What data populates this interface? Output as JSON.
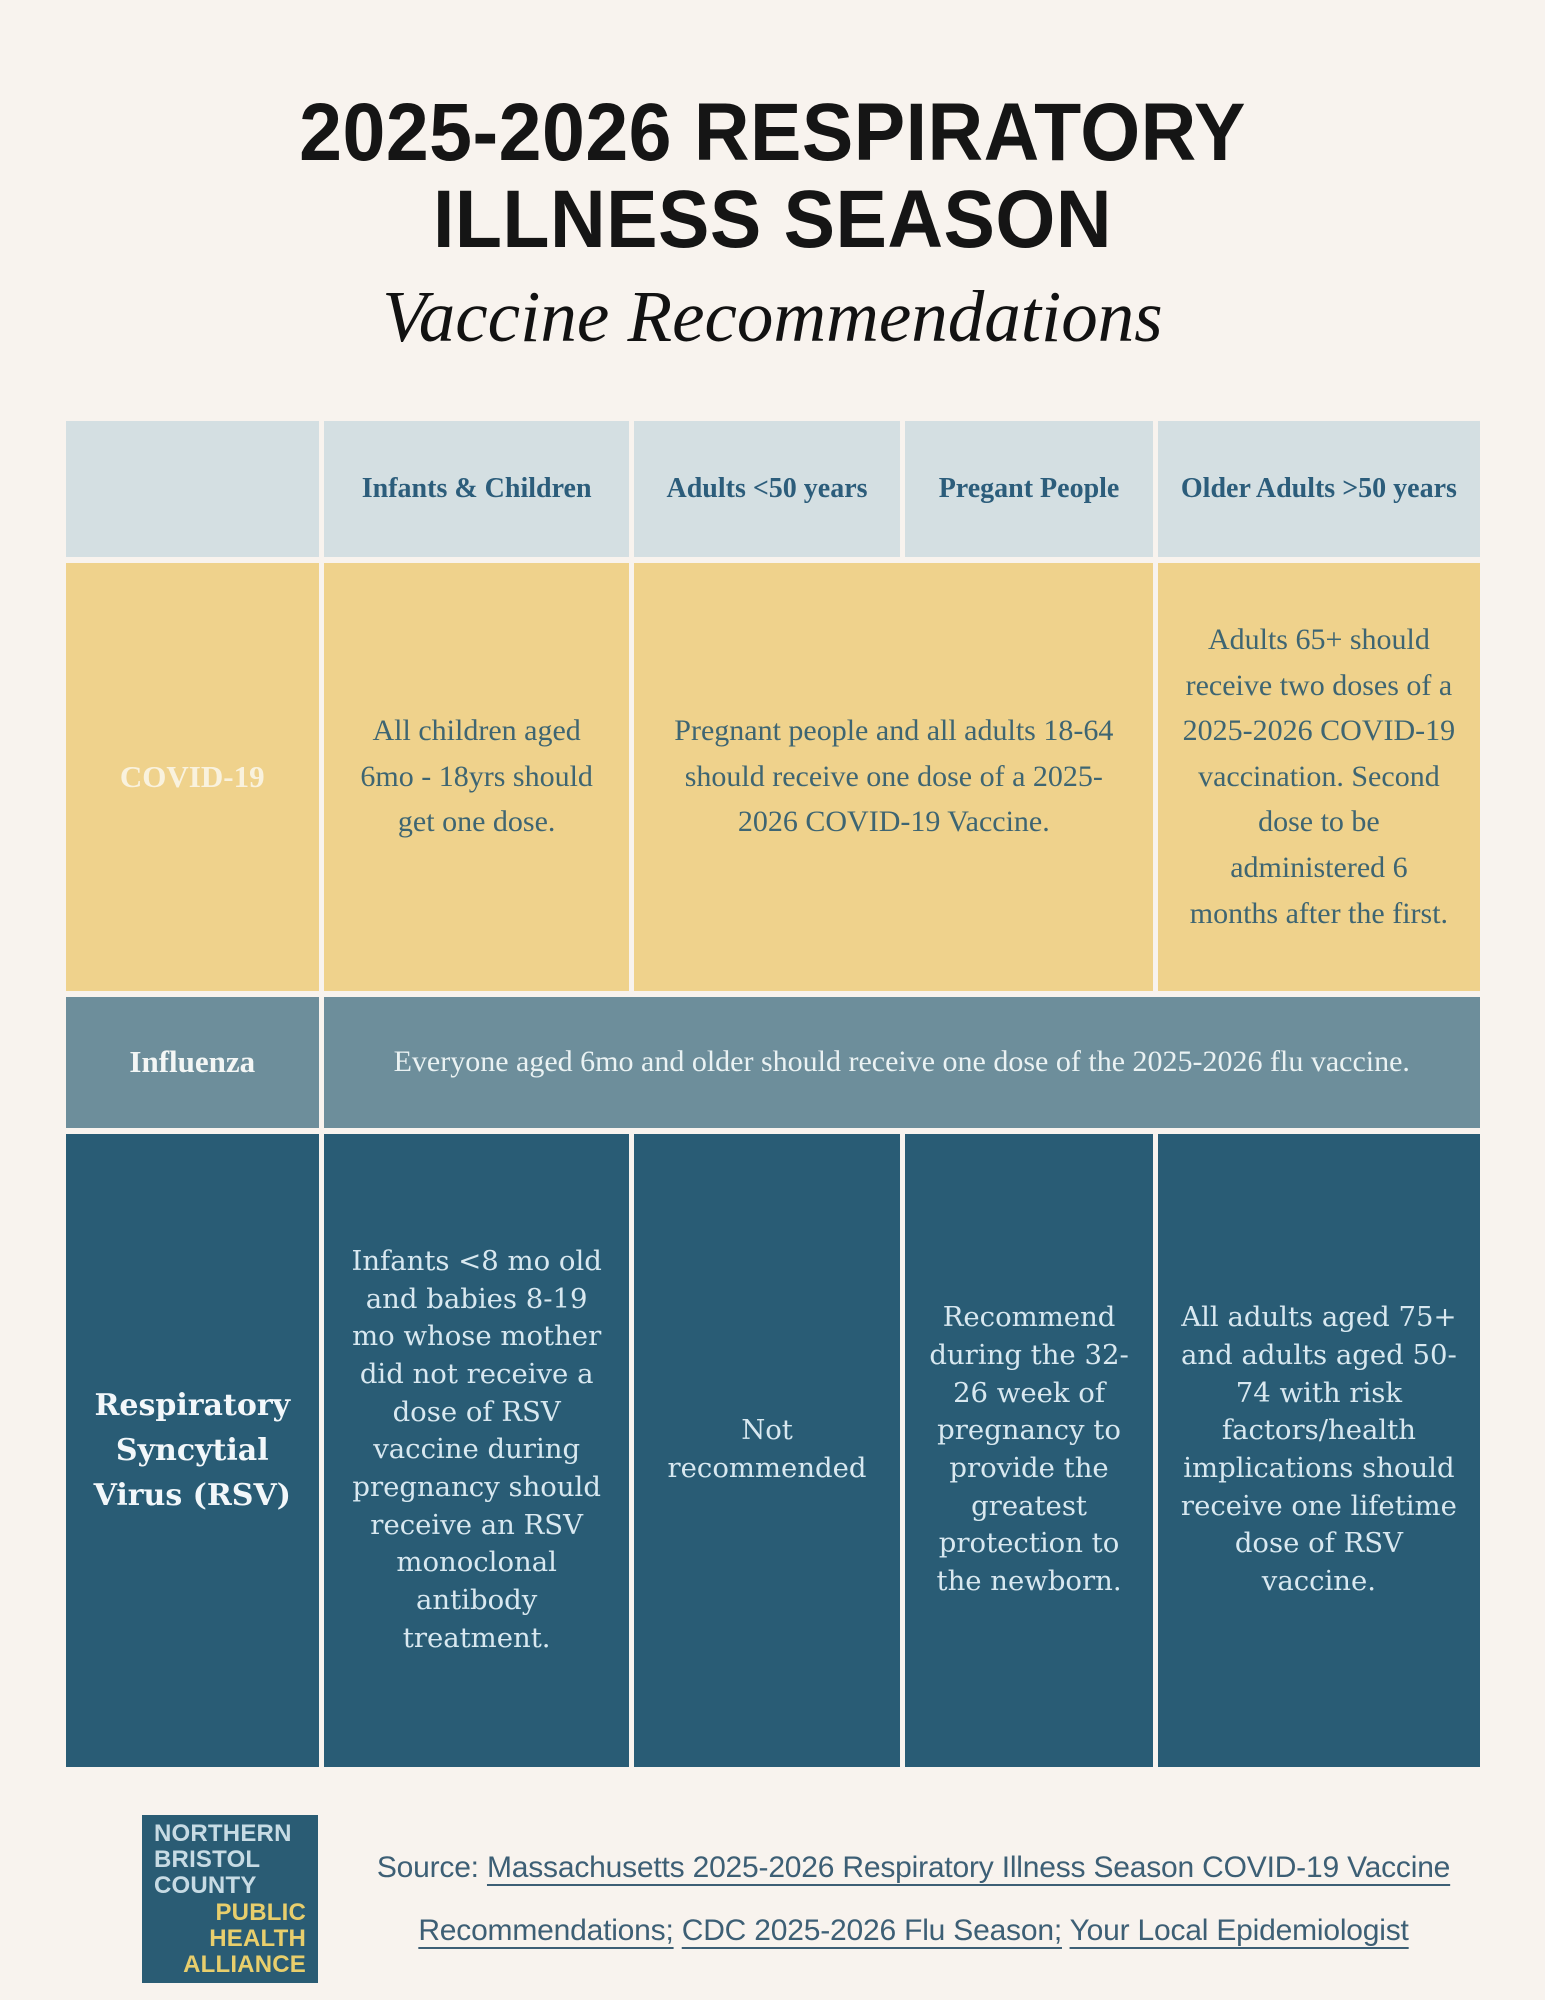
{
  "title": {
    "line1": "2025-2026 RESPIRATORY",
    "line2": "ILLNESS SEASON",
    "subtitle": "Vaccine Recommendations"
  },
  "table": {
    "header": {
      "infants": "Infants & Children",
      "adults": "Adults <50 years",
      "pregnant": "Pregant People",
      "older": "Older Adults >50 years"
    },
    "covid": {
      "label": "COVID-19",
      "infants": "All children aged 6mo - 18yrs should get one dose.",
      "adults_pregnant": "Pregnant people and all adults 18-64 should receive one dose of a 2025-2026 COVID-19 Vaccine.",
      "older": "Adults 65+ should receive two doses of a 2025-2026 COVID-19 vaccination. Second dose to be administered 6 months after the first."
    },
    "influenza": {
      "label": "Influenza",
      "everyone": "Everyone aged 6mo and older should receive one dose of the 2025-2026 flu vaccine."
    },
    "rsv": {
      "label": "Respiratory Syncytial Virus (RSV)",
      "infants": "Infants <8 mo old and babies 8-19 mo whose mother did not receive a dose of RSV vaccine during pregnancy should receive an RSV monoclonal antibody treatment.",
      "adults": "Not recommended",
      "pregnant": "Recommend during the 32-26 week of pregnancy to provide the greatest protection to the newborn.",
      "older": "All adults aged 75+ and adults aged 50-74 with risk factors/health implications should receive one lifetime dose of RSV vaccine."
    }
  },
  "footer": {
    "logo": {
      "line1": "NORTHERN",
      "line2": "BRISTOL",
      "line3": "COUNTY",
      "line4": "PUBLIC",
      "line5": "HEALTH",
      "line6": "ALLIANCE"
    },
    "source_prefix": "Source:",
    "link1": "Massachusetts 2025-2026 Respiratory Illness Season COVID-19 Vaccine Recommendations;",
    "link2": "CDC 2025-2026 Flu Season;",
    "link3": "Your Local Epidemiologist"
  },
  "colors": {
    "page_bg": "#f8f3ee",
    "header_cell_bg": "#d4dfe2",
    "header_text": "#2c5d7b",
    "covid_row_bg": "#efd28c",
    "covid_text": "#3e6572",
    "covid_label_text": "#f9f2de",
    "influenza_row_bg": "#6d8e9b",
    "rsv_row_bg": "#295c75",
    "rsv_text": "#d8e8f0",
    "logo_bg": "#2a5c74",
    "logo_blue_text": "#c7dbe4",
    "logo_gold_text": "#e8ce6c",
    "source_text": "#3d5f75",
    "title_text": "#151515"
  }
}
